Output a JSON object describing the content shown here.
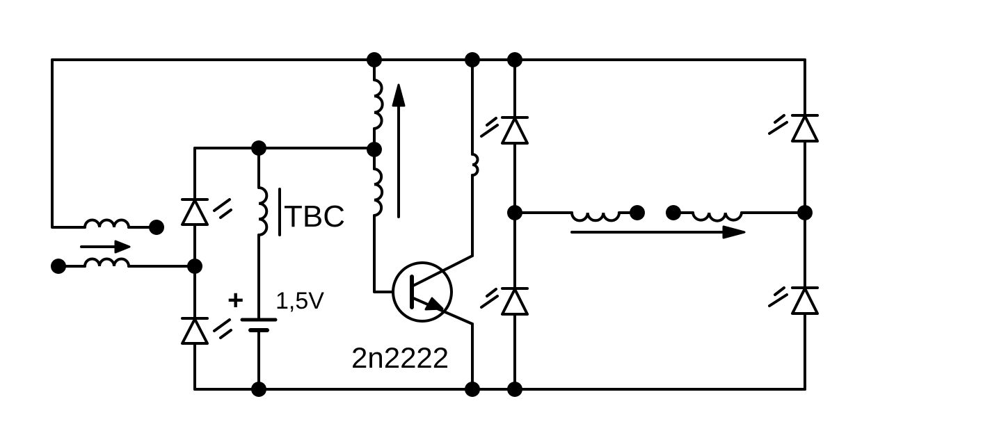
{
  "labels": {
    "coil_label": "TBC",
    "battery_voltage": "1,5V",
    "battery_polarity": "+",
    "transistor": "2n2222"
  },
  "colors": {
    "ink": "#000000",
    "paper": "#ffffff"
  }
}
